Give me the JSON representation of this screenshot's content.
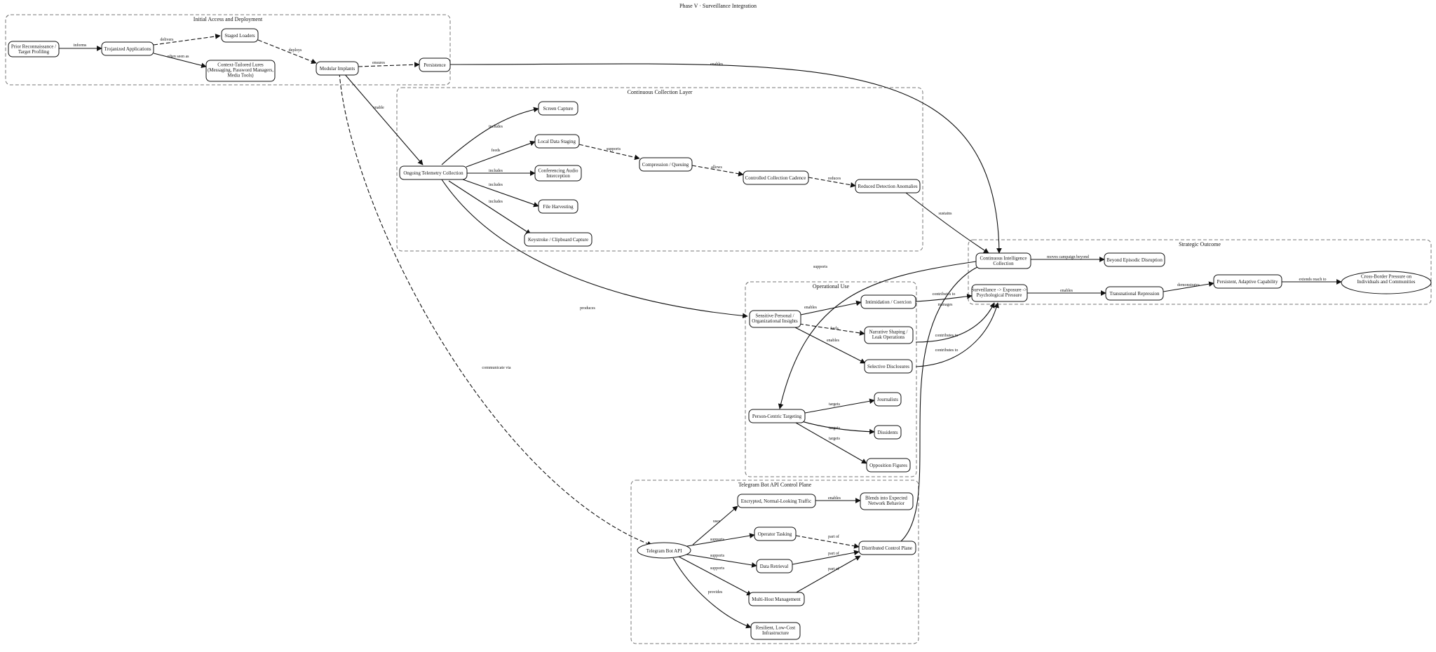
{
  "diagram": {
    "title": "Phase V · Surveillance Integration",
    "clusters": {
      "initial": "Initial Access and Deployment",
      "collection": "Continuous Collection Layer",
      "operational": "Operational Use",
      "strategic": "Strategic Outcome",
      "telegram": "Telegram Bot API Control Plane"
    },
    "nodes": {
      "prior_recon": "Prior Reconnaissance / | Target Profiling",
      "trojanized": "Trojanized Applications",
      "staged_loaders": "Staged Loaders",
      "context_lures": "Context-Tailored Lures | (Messaging, Password Managers, | Media Tools)",
      "modular_implants": "Modular Implants",
      "persistence": "Persistence",
      "ongoing_telemetry": "Ongoing Telemetry Collection",
      "screen_capture": "Screen Capture",
      "local_staging": "Local Data Staging",
      "audio_interception": "Conferencing Audio | Interception",
      "file_harvesting": "File Harvesting",
      "keystroke_capture": "Keystroke / Clipboard Capture",
      "compression": "Compression / Queuing",
      "controlled_cadence": "Controlled Collection Cadence",
      "reduced_detection": "Reduced Detection Anomalies",
      "continuous_intel": "Continuous Intelligence | Collection",
      "beyond_disruption": "Beyond Episodic Disruption",
      "surveillance_pressure": "Surveillance -> Exposure -> | Psychological Pressure",
      "transnational_repression": "Transnational Repression",
      "persistent_capability": "Persistent, Adaptive Capability",
      "cross_border": "Cross-Border Pressure on | Individuals and Communities",
      "sensitive_insights": "Sensitive Personal / | Organizational Insights",
      "intimidation": "Intimidation / Coercion",
      "narrative_shaping": "Narrative Shaping / | Leak Operations",
      "selective_disclosures": "Selective Disclosures",
      "person_targeting": "Person-Centric Targeting",
      "journalists": "Journalists",
      "dissidents": "Dissidents",
      "opposition": "Opposition Figures",
      "telegram_api": "Telegram Bot API",
      "encrypted_traffic": "Encrypted, Normal-Looking Traffic",
      "blends_behavior": "Blends into Expected | Network Behavior",
      "operator_tasking": "Operator Tasking",
      "data_retrieval": "Data Retrieval",
      "multi_host": "Multi-Host Management",
      "distributed_plane": "Distributed Control Plane",
      "resilient_infra": "Resilient, Low-Cost | Infrastructure"
    },
    "edges": {
      "informs": "informs",
      "delivers": "delivers",
      "often_seen_as": "often seen as",
      "deploys": "deploys",
      "ensures": "ensures",
      "enables": "enables",
      "enable": "enable",
      "communicate_via": "communicate via",
      "includes": "includes",
      "feeds": "feeds",
      "supports": "supports",
      "allows": "allows",
      "reduces": "reduces",
      "sustains": "sustains",
      "moves_campaign_beyond": "moves campaign beyond",
      "demonstrates": "demonstrates",
      "extends_reach_to": "extends reach to",
      "produces": "produces",
      "contributes_to": "contributes to",
      "fuels": "fuels",
      "supports_targeting": "supports",
      "targets": "targets",
      "manages": "manages",
      "uses": "uses",
      "part_of": "part of",
      "provides": "provides"
    }
  },
  "colors": {
    "stroke": "#111111",
    "cluster_border": "#777777",
    "background": "#ffffff"
  }
}
